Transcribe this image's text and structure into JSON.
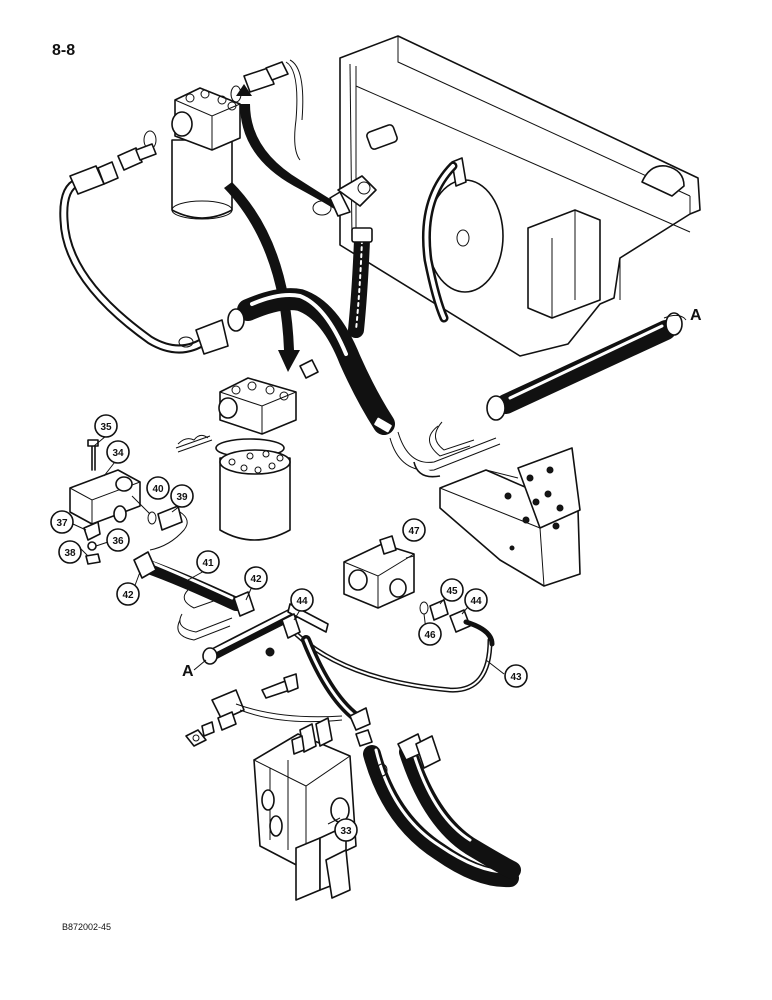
{
  "page": {
    "number": "8-8",
    "figure_code": "B872002-45"
  },
  "callouts": {
    "c33": "33",
    "c34": "34",
    "c35": "35",
    "c36": "36",
    "c37": "37",
    "c38": "38",
    "c39": "39",
    "c40": "40",
    "c41": "41",
    "c42a": "42",
    "c42b": "42",
    "c43": "43",
    "c44a": "44",
    "c44b": "44",
    "c45": "45",
    "c46": "46",
    "c47": "47"
  },
  "refs": {
    "a_top": "A",
    "a_bottom": "A"
  }
}
